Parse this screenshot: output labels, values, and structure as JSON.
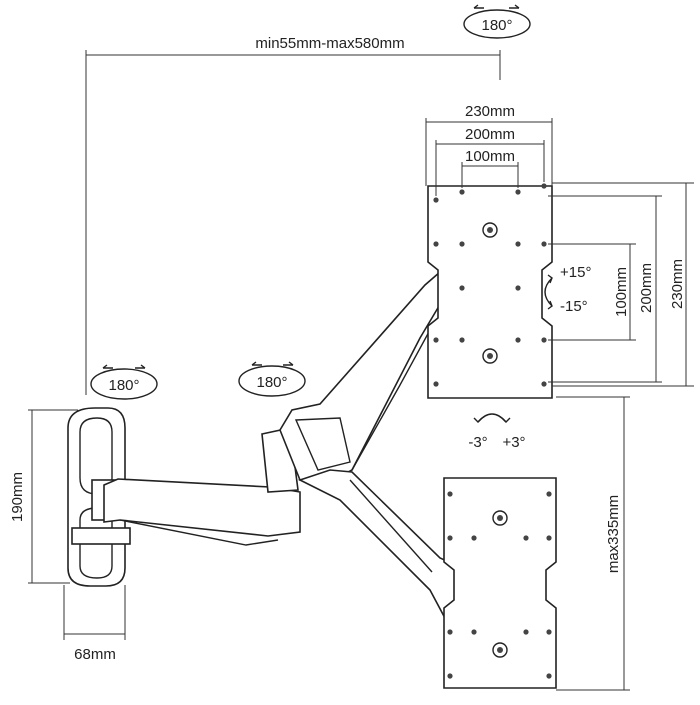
{
  "dimensions": {
    "reach": "min55mm-max580mm",
    "width_230": "230mm",
    "width_200": "200mm",
    "width_100": "100mm",
    "height_100": "100mm",
    "height_200": "200mm",
    "height_230": "230mm",
    "height_max335": "max335mm",
    "wall_190": "190mm",
    "wall_68": "68mm"
  },
  "rotations": {
    "top_swivel": "180°",
    "wall_swivel": "180°",
    "mid_swivel": "180°",
    "tilt_up": "+15°",
    "tilt_down": "-15°",
    "rotate_left": "-3°",
    "rotate_right": "+3°"
  }
}
